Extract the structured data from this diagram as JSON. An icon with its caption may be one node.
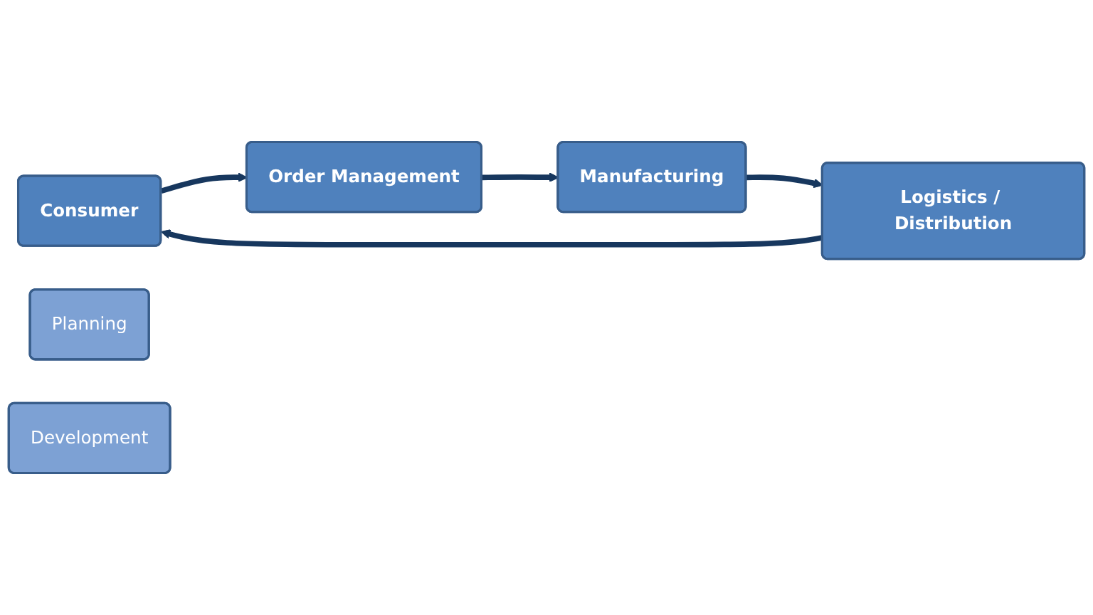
{
  "diagram": {
    "nodes": [
      {
        "text": [
          "Consumer"
        ]
      },
      {
        "text": [
          "Planning"
        ]
      },
      {
        "text": [
          "Development"
        ]
      },
      {
        "text": [
          "Order Management"
        ]
      },
      {
        "text": [
          "Manufacturing"
        ]
      },
      {
        "text": [
          "Logistics / Distribution"
        ]
      }
    ],
    "edges": [
      {
        "from": 0,
        "to": 3,
        "arrow": "to"
      },
      {
        "from": 3,
        "to": 4,
        "arrow": "to"
      },
      {
        "from": 4,
        "to": 5,
        "arrow": "to"
      },
      {
        "from": 5,
        "to": 0,
        "arrow": "to"
      }
    ]
  }
}
